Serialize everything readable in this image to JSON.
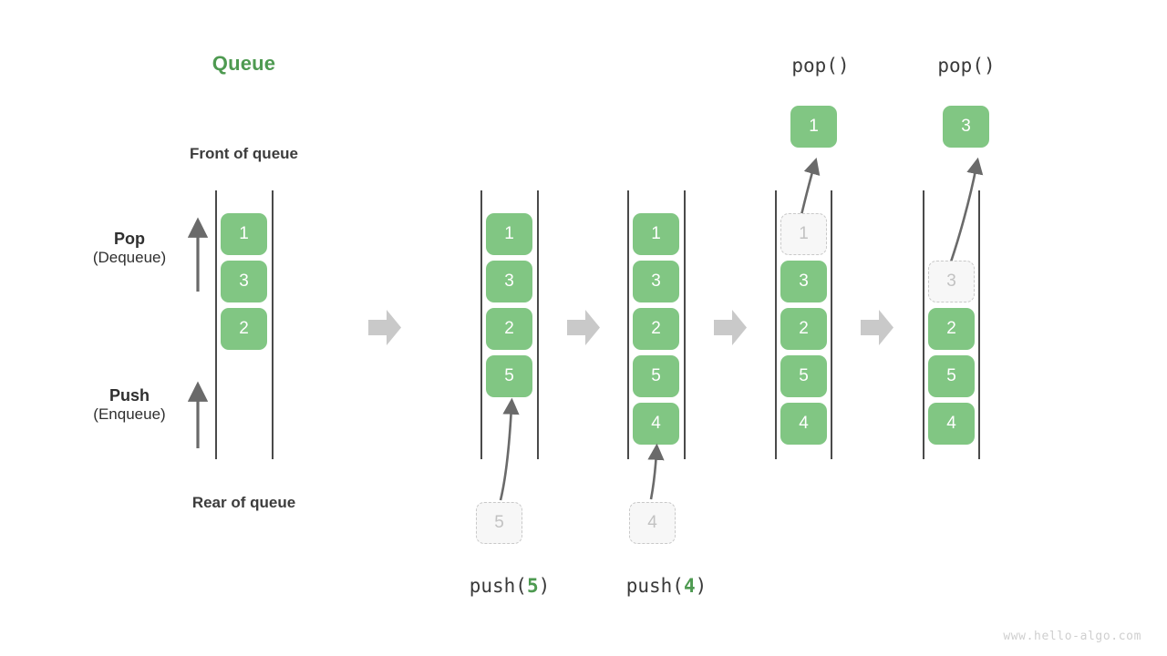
{
  "meta": {
    "title": "Queue",
    "watermark": "www.hello-algo.com",
    "colors": {
      "accent_green": "#4e9a51",
      "box_green": "#81c683",
      "ghost_border": "#c9c9c9",
      "ghost_text": "#c2c2c2",
      "rail": "#4a4a4a",
      "arrow_gray": "#666666",
      "step_arrow": "#c9c9c9",
      "text_dark": "#3c3c3c",
      "watermark": "#cfcfcf"
    }
  },
  "labels": {
    "front_of_queue": "Front of queue",
    "rear_of_queue": "Rear of queue",
    "pop": {
      "line1": "Pop",
      "line2": "(Dequeue)"
    },
    "push": {
      "line1": "Push",
      "line2": "(Enqueue)"
    }
  },
  "operations": {
    "push5": {
      "prefix": "push(",
      "value": "5",
      "suffix": ")"
    },
    "push4": {
      "prefix": "push(",
      "value": "4",
      "suffix": ")"
    },
    "pop1": "pop()",
    "pop2": "pop()"
  },
  "stages": [
    {
      "id": "initial",
      "caption": "",
      "items": [
        "1",
        "3",
        "2"
      ],
      "ghost_incoming": null,
      "ghost_outgoing": null,
      "popped": null
    },
    {
      "id": "after-push-5",
      "caption": "push(5)",
      "items": [
        "1",
        "3",
        "2",
        "5"
      ],
      "ghost_incoming": "5",
      "ghost_outgoing": null,
      "popped": null
    },
    {
      "id": "after-push-4",
      "caption": "push(4)",
      "items": [
        "1",
        "3",
        "2",
        "5",
        "4"
      ],
      "ghost_incoming": "4",
      "ghost_outgoing": null,
      "popped": null
    },
    {
      "id": "pop-1",
      "caption": "pop()",
      "items": [
        "3",
        "2",
        "5",
        "4"
      ],
      "ghost_incoming": null,
      "ghost_outgoing": "1",
      "popped": "1"
    },
    {
      "id": "pop-3",
      "caption": "pop()",
      "items": [
        "2",
        "5",
        "4"
      ],
      "ghost_incoming": null,
      "ghost_outgoing": "3",
      "popped": "3"
    }
  ],
  "boxes": {
    "s1": [
      "1",
      "3",
      "2"
    ],
    "s2": [
      "1",
      "3",
      "2",
      "5"
    ],
    "s2_ghost": "5",
    "s3": [
      "1",
      "3",
      "2",
      "5",
      "4"
    ],
    "s3_ghost": "4",
    "s4_ghost": "1",
    "s4": [
      "3",
      "2",
      "5",
      "4"
    ],
    "s4_pop": "1",
    "s5_ghost": "3",
    "s5": [
      "2",
      "5",
      "4"
    ],
    "s5_pop": "3"
  }
}
